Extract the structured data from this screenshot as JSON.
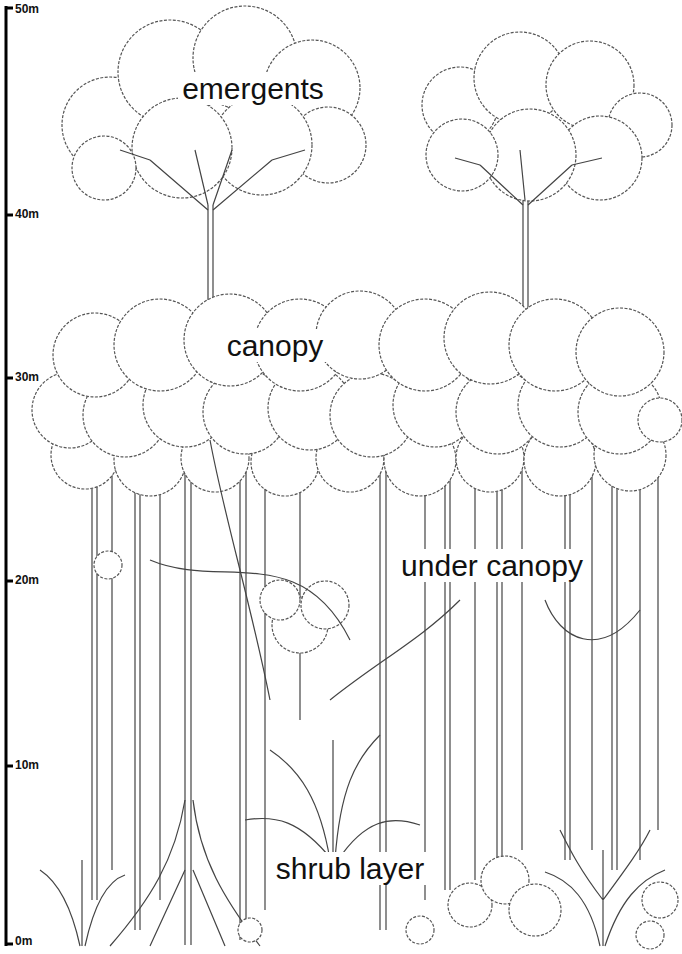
{
  "diagram": {
    "labels": [
      "50m",
      "40m",
      "30m",
      "20m",
      "10m",
      "0m",
      "emergents",
      "canopy",
      "under canopy",
      "shrub layer"
    ]
  }
}
